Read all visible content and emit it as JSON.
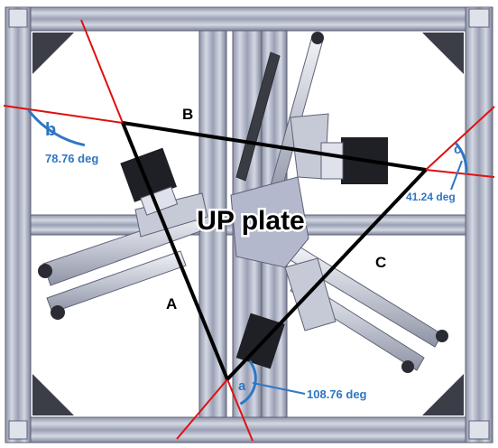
{
  "diagram": {
    "center_label": "UP plate",
    "vertex_labels": {
      "a": "a",
      "b": "b",
      "c": "c"
    },
    "side_labels": {
      "A": "A",
      "B": "B",
      "C": "C"
    },
    "angles": {
      "a": "108.76 deg",
      "b": "78.76 deg",
      "c": "41.24 deg"
    },
    "colors": {
      "frame": "#b9bfd0",
      "frame_edge": "#5e6276",
      "triangle": "#000000",
      "red_lines": "#e01010",
      "angle_blue": "#2f76c4",
      "plate": "#b4b8cc"
    }
  }
}
